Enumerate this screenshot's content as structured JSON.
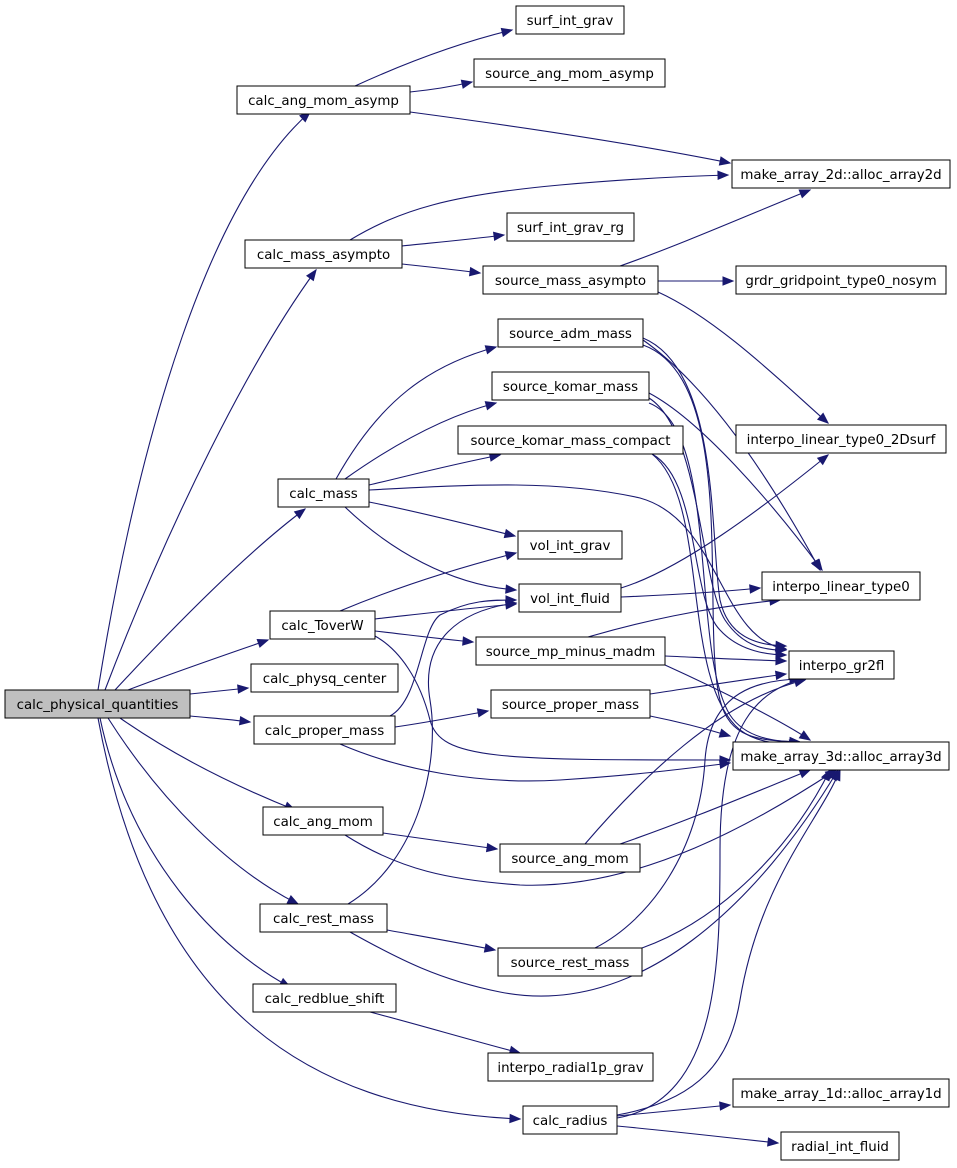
{
  "graph": {
    "nodes": [
      {
        "id": "root",
        "label": "calc_physical_quantities",
        "highlighted": true
      },
      {
        "id": "ang_mom_asymp",
        "label": "calc_ang_mom_asymp"
      },
      {
        "id": "mass_asympto",
        "label": "calc_mass_asympto"
      },
      {
        "id": "mass",
        "label": "calc_mass"
      },
      {
        "id": "toverw",
        "label": "calc_ToverW"
      },
      {
        "id": "physq_center",
        "label": "calc_physq_center"
      },
      {
        "id": "proper_mass",
        "label": "calc_proper_mass"
      },
      {
        "id": "ang_mom",
        "label": "calc_ang_mom"
      },
      {
        "id": "rest_mass",
        "label": "calc_rest_mass"
      },
      {
        "id": "redblue",
        "label": "calc_redblue_shift"
      },
      {
        "id": "radius",
        "label": "calc_radius"
      },
      {
        "id": "surf_int_grav",
        "label": "surf_int_grav"
      },
      {
        "id": "src_ang_mom_asymp",
        "label": "source_ang_mom_asymp"
      },
      {
        "id": "alloc2d",
        "label": "make_array_2d::alloc_array2d"
      },
      {
        "id": "surf_int_grav_rg",
        "label": "surf_int_grav_rg"
      },
      {
        "id": "src_mass_asympto",
        "label": "source_mass_asympto"
      },
      {
        "id": "grdr",
        "label": "grdr_gridpoint_type0_nosym"
      },
      {
        "id": "src_adm_mass",
        "label": "source_adm_mass"
      },
      {
        "id": "src_komar_mass",
        "label": "source_komar_mass"
      },
      {
        "id": "src_komar_compact",
        "label": "source_komar_mass_compact"
      },
      {
        "id": "interpo_2dsurf",
        "label": "interpo_linear_type0_2Dsurf"
      },
      {
        "id": "vol_int_grav",
        "label": "vol_int_grav"
      },
      {
        "id": "vol_int_fluid",
        "label": "vol_int_fluid"
      },
      {
        "id": "interpo_type0",
        "label": "interpo_linear_type0"
      },
      {
        "id": "src_mp_minus_madm",
        "label": "source_mp_minus_madm"
      },
      {
        "id": "interpo_gr2fl",
        "label": "interpo_gr2fl"
      },
      {
        "id": "src_proper_mass",
        "label": "source_proper_mass"
      },
      {
        "id": "alloc3d",
        "label": "make_array_3d::alloc_array3d"
      },
      {
        "id": "src_ang_mom",
        "label": "source_ang_mom"
      },
      {
        "id": "src_rest_mass",
        "label": "source_rest_mass"
      },
      {
        "id": "interpo_radial",
        "label": "interpo_radial1p_grav"
      },
      {
        "id": "alloc1d",
        "label": "make_array_1d::alloc_array1d"
      },
      {
        "id": "radial_int_fluid",
        "label": "radial_int_fluid"
      }
    ],
    "edges": [
      {
        "from": "root",
        "to": "ang_mom_asymp"
      },
      {
        "from": "root",
        "to": "mass_asympto"
      },
      {
        "from": "root",
        "to": "mass"
      },
      {
        "from": "root",
        "to": "toverw"
      },
      {
        "from": "root",
        "to": "physq_center"
      },
      {
        "from": "root",
        "to": "proper_mass"
      },
      {
        "from": "root",
        "to": "ang_mom"
      },
      {
        "from": "root",
        "to": "rest_mass"
      },
      {
        "from": "root",
        "to": "redblue"
      },
      {
        "from": "root",
        "to": "radius"
      },
      {
        "from": "ang_mom_asymp",
        "to": "surf_int_grav"
      },
      {
        "from": "ang_mom_asymp",
        "to": "src_ang_mom_asymp"
      },
      {
        "from": "ang_mom_asymp",
        "to": "alloc2d"
      },
      {
        "from": "mass_asympto",
        "to": "alloc2d"
      },
      {
        "from": "mass_asympto",
        "to": "surf_int_grav_rg"
      },
      {
        "from": "mass_asympto",
        "to": "src_mass_asympto"
      },
      {
        "from": "src_mass_asympto",
        "to": "alloc2d"
      },
      {
        "from": "src_mass_asympto",
        "to": "grdr"
      },
      {
        "from": "src_mass_asympto",
        "to": "interpo_2dsurf"
      },
      {
        "from": "mass",
        "to": "src_adm_mass"
      },
      {
        "from": "mass",
        "to": "src_komar_mass"
      },
      {
        "from": "mass",
        "to": "src_komar_compact"
      },
      {
        "from": "mass",
        "to": "vol_int_grav"
      },
      {
        "from": "mass",
        "to": "vol_int_fluid"
      },
      {
        "from": "mass",
        "to": "interpo_gr2fl"
      },
      {
        "from": "src_adm_mass",
        "to": "interpo_type0"
      },
      {
        "from": "src_adm_mass",
        "to": "interpo_gr2fl"
      },
      {
        "from": "src_adm_mass",
        "to": "alloc3d"
      },
      {
        "from": "src_komar_mass",
        "to": "interpo_type0"
      },
      {
        "from": "src_komar_mass",
        "to": "interpo_gr2fl"
      },
      {
        "from": "src_komar_mass",
        "to": "alloc3d"
      },
      {
        "from": "src_komar_compact",
        "to": "interpo_gr2fl"
      },
      {
        "from": "src_komar_compact",
        "to": "alloc3d"
      },
      {
        "from": "vol_int_fluid",
        "to": "interpo_2dsurf"
      },
      {
        "from": "vol_int_fluid",
        "to": "interpo_type0"
      },
      {
        "from": "toverw",
        "to": "vol_int_grav"
      },
      {
        "from": "toverw",
        "to": "vol_int_fluid"
      },
      {
        "from": "toverw",
        "to": "src_mp_minus_madm"
      },
      {
        "from": "toverw",
        "to": "alloc3d"
      },
      {
        "from": "src_mp_minus_madm",
        "to": "interpo_type0"
      },
      {
        "from": "src_mp_minus_madm",
        "to": "interpo_gr2fl"
      },
      {
        "from": "src_mp_minus_madm",
        "to": "alloc3d"
      },
      {
        "from": "proper_mass",
        "to": "vol_int_fluid"
      },
      {
        "from": "proper_mass",
        "to": "src_proper_mass"
      },
      {
        "from": "proper_mass",
        "to": "alloc3d"
      },
      {
        "from": "src_proper_mass",
        "to": "interpo_gr2fl"
      },
      {
        "from": "src_proper_mass",
        "to": "alloc3d"
      },
      {
        "from": "ang_mom",
        "to": "src_ang_mom"
      },
      {
        "from": "ang_mom",
        "to": "alloc3d"
      },
      {
        "from": "src_ang_mom",
        "to": "interpo_gr2fl"
      },
      {
        "from": "src_ang_mom",
        "to": "alloc3d"
      },
      {
        "from": "rest_mass",
        "to": "vol_int_fluid"
      },
      {
        "from": "rest_mass",
        "to": "src_rest_mass"
      },
      {
        "from": "rest_mass",
        "to": "alloc3d"
      },
      {
        "from": "src_rest_mass",
        "to": "interpo_gr2fl"
      },
      {
        "from": "src_rest_mass",
        "to": "alloc3d"
      },
      {
        "from": "redblue",
        "to": "interpo_radial"
      },
      {
        "from": "radius",
        "to": "alloc1d"
      },
      {
        "from": "radius",
        "to": "radial_int_fluid"
      },
      {
        "from": "radius",
        "to": "interpo_gr2fl"
      },
      {
        "from": "radius",
        "to": "alloc3d"
      }
    ]
  },
  "colors": {
    "edge": "#191970",
    "root_fill": "#bfbfbf",
    "node_fill": "#ffffff",
    "node_border": "#000000"
  }
}
